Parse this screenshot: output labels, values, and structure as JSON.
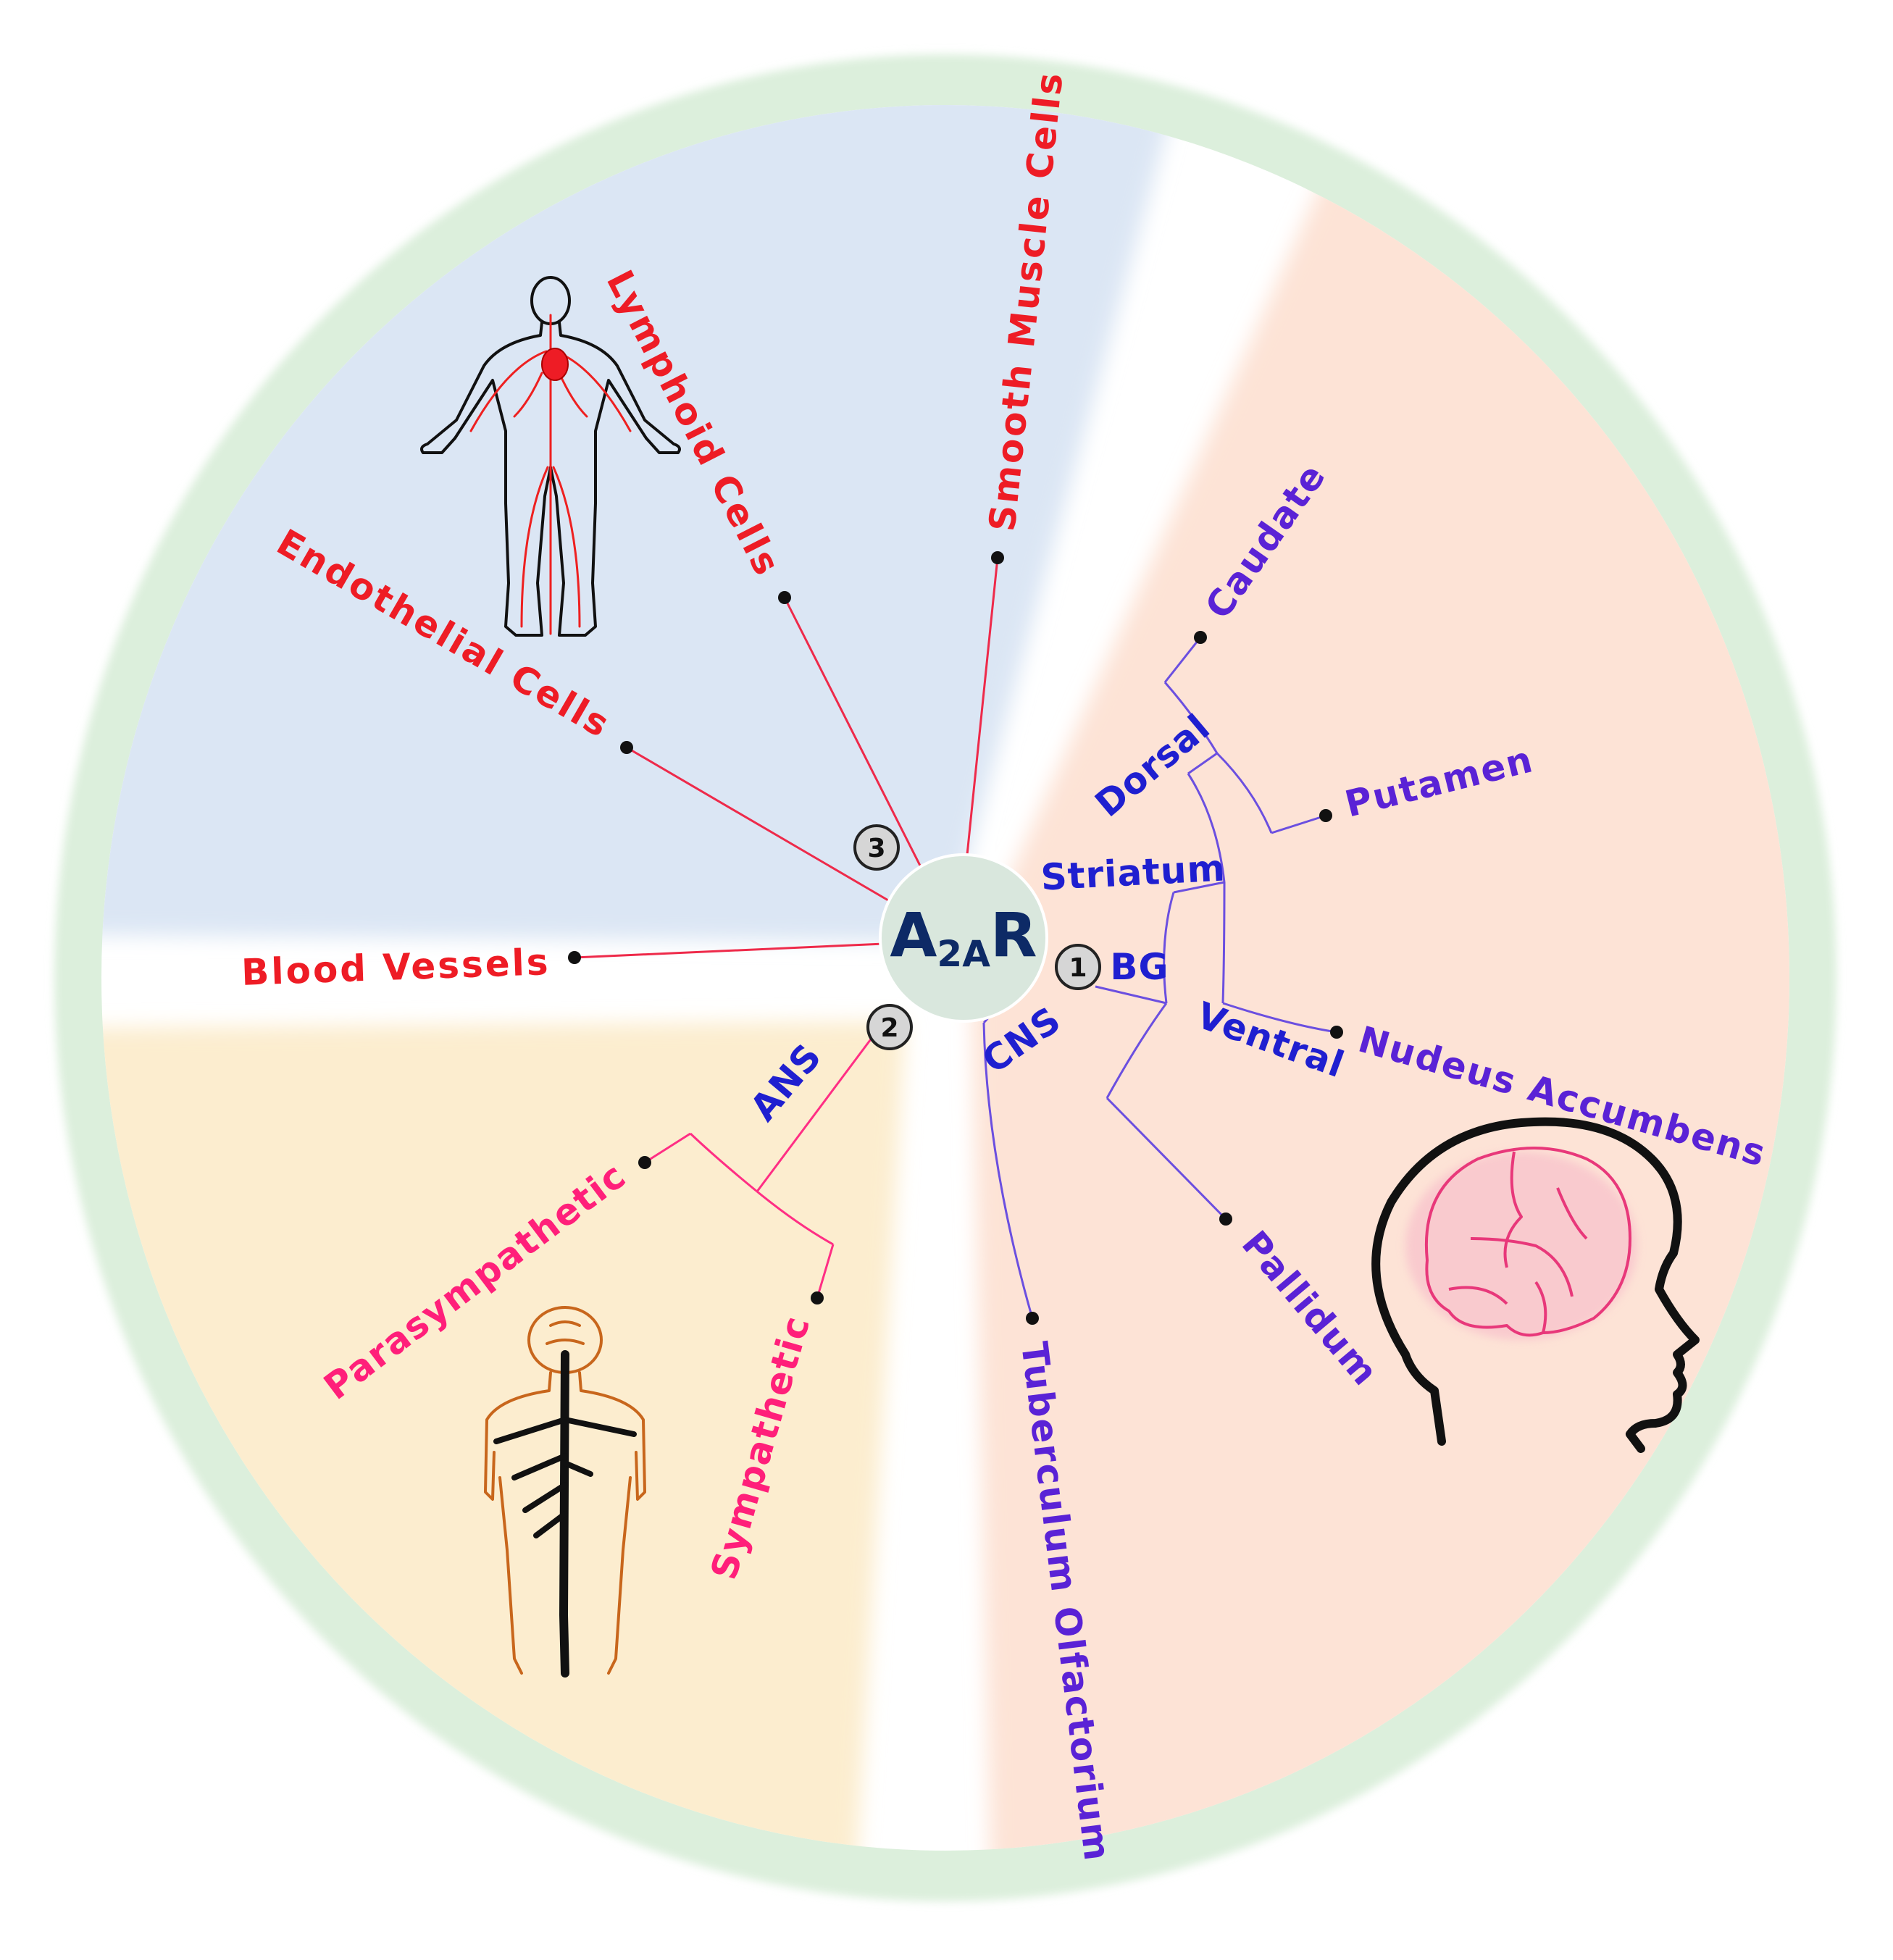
{
  "center": {
    "main": "A",
    "subscript": "2A",
    "suffix": "R"
  },
  "badges": [
    "1",
    "2",
    "3"
  ],
  "group_labels": {
    "cns": "CNS",
    "bg": "BG",
    "striatum": "Striatum",
    "dorsal": "Dorsal",
    "ventral": "Ventral",
    "ans": "ANS"
  },
  "cns_leaves": {
    "caudate": "Caudate",
    "putamen": "Putamen",
    "nucleus_accumbens": "Nudeus  Accumbens",
    "pallidum": "Pallidum",
    "tuberculum_olfactorium": "Tuberculum Olfactorium"
  },
  "ans_leaves": {
    "parasympathetic": "Parasympathetic",
    "sympathetic": "Sympathetic"
  },
  "peripheral_leaves": {
    "blood_vessels": "Blood  Vessels",
    "endothelial_cells": "Endothelial  Cells",
    "lymphoid_cells": "Lymphoid  Cells",
    "smooth_muscle_cells": "Smooth  Muscle  Cells"
  },
  "colors": {
    "ring": "#dcefdc",
    "peripheral_sector": "#dbe6f4",
    "cns_sector": "#fde3d6",
    "ans_sector": "#fcedcf",
    "peripheral_text": "#ee1c25",
    "cns_text": "#5a22d6",
    "ans_text": "#ff1f7a",
    "center_fill": "#d9e7dd",
    "center_text": "#0d2a66"
  },
  "icons": [
    "human-circulatory-icon",
    "brain-head-icon",
    "spine-nervous-system-icon"
  ]
}
